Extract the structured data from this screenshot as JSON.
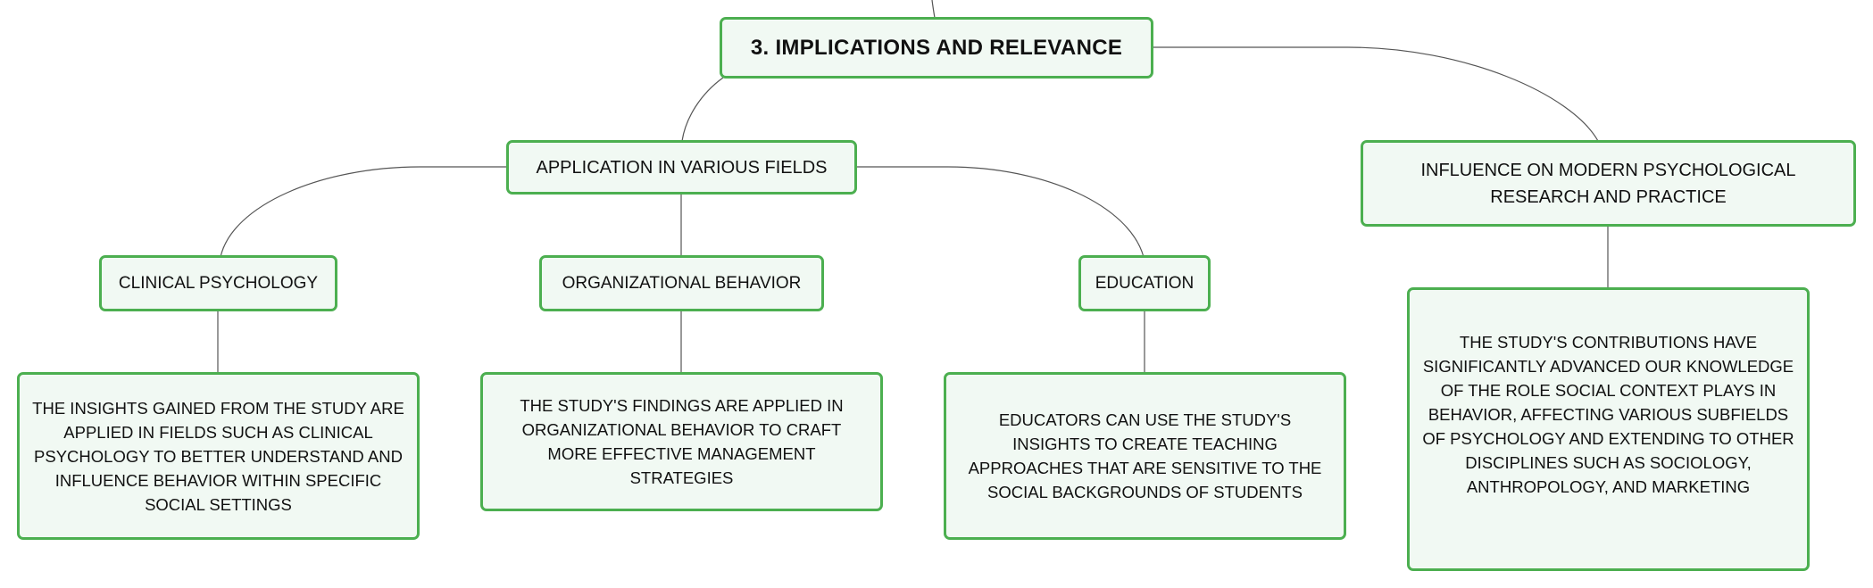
{
  "diagram": {
    "root": {
      "label": "3. IMPLICATIONS AND RELEVANCE"
    },
    "application": {
      "label": "APPLICATION IN VARIOUS FIELDS",
      "clinical": {
        "label": "CLINICAL PSYCHOLOGY",
        "detail": "THE INSIGHTS GAINED FROM THE STUDY ARE APPLIED IN FIELDS SUCH AS CLINICAL PSYCHOLOGY TO BETTER UNDERSTAND AND INFLUENCE BEHAVIOR WITHIN SPECIFIC SOCIAL SETTINGS"
      },
      "organizational": {
        "label": "ORGANIZATIONAL BEHAVIOR",
        "detail": "THE STUDY'S FINDINGS ARE APPLIED IN ORGANIZATIONAL BEHAVIOR TO CRAFT MORE EFFECTIVE MANAGEMENT STRATEGIES"
      },
      "education": {
        "label": "EDUCATION",
        "detail": "EDUCATORS CAN USE THE STUDY'S INSIGHTS TO CREATE TEACHING APPROACHES THAT ARE SENSITIVE TO THE SOCIAL BACKGROUNDS OF STUDENTS"
      }
    },
    "influence": {
      "label": "INFLUENCE ON MODERN PSYCHOLOGICAL RESEARCH AND PRACTICE",
      "detail": "THE STUDY'S CONTRIBUTIONS HAVE SIGNIFICANTLY ADVANCED OUR KNOWLEDGE OF THE ROLE SOCIAL CONTEXT PLAYS IN BEHAVIOR, AFFECTING VARIOUS SUBFIELDS OF PSYCHOLOGY AND EXTENDING TO OTHER DISCIPLINES SUCH AS SOCIOLOGY, ANTHROPOLOGY, AND MARKETING"
    },
    "colors": {
      "node_border": "#4caf50",
      "node_fill": "#f1f9f3",
      "connector": "#555555"
    }
  }
}
